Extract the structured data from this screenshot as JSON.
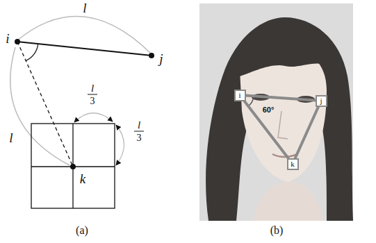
{
  "diagram": {
    "nodes": [
      {
        "text": [
          "i"
        ]
      },
      {
        "text": [
          "j"
        ]
      },
      {
        "text": [
          "k"
        ]
      }
    ],
    "edges": [
      {
        "from": 0,
        "to": 1,
        "arrow": "none"
      },
      {
        "from": 1,
        "to": 2,
        "arrow": "none"
      },
      {
        "from": 2,
        "to": 0,
        "arrow": "none"
      }
    ],
    "labels": [
      "l",
      "i",
      "j",
      "l",
      "l",
      "3",
      "l",
      "3",
      "k",
      "(a)",
      "60°",
      "(b)"
    ]
  }
}
